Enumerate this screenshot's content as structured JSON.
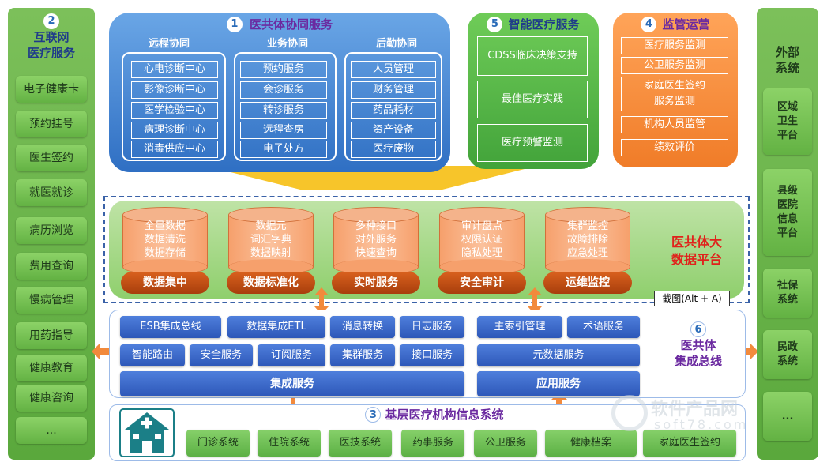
{
  "internet": {
    "number": "2",
    "title_line1": "互联网",
    "title_line2": "医疗服务",
    "items": [
      "电子健康卡",
      "预约挂号",
      "医生签约",
      "就医就诊",
      "病历浏览",
      "费用查询",
      "慢病管理",
      "用药指导",
      "健康教育",
      "健康咨询",
      "..."
    ]
  },
  "collab": {
    "number": "1",
    "title": "医共体协同服务",
    "remote": {
      "title": "远程协同",
      "items": [
        "心电诊断中心",
        "影像诊断中心",
        "医学检验中心",
        "病理诊断中心",
        "消毒供应中心"
      ]
    },
    "business": {
      "title": "业务协同",
      "items": [
        "预约服务",
        "会诊服务",
        "转诊服务",
        "远程查房",
        "电子处方"
      ]
    },
    "logistics": {
      "title": "后勤协同",
      "items": [
        "人员管理",
        "财务管理",
        "药品耗材",
        "资产设备",
        "医疗废物"
      ]
    }
  },
  "smart": {
    "number": "5",
    "title": "智能医疗服务",
    "items": [
      "CDSS临床决策支持",
      "最佳医疗实践",
      "医疗预警监测"
    ]
  },
  "supervision": {
    "number": "4",
    "title": "监管运营",
    "items": [
      "医疗服务监测",
      "公卫服务监测",
      "家庭医生签约服务监测",
      "机构人员监管",
      "绩效评价"
    ]
  },
  "bigdata": {
    "title_line1": "医共体大",
    "title_line2": "数据平台",
    "modules": [
      {
        "lines": [
          "全量数据",
          "数据清洗",
          "数据存储"
        ],
        "label": "数据集中"
      },
      {
        "lines": [
          "数据元",
          "词汇字典",
          "数据映射"
        ],
        "label": "数据标准化"
      },
      {
        "lines": [
          "多种接口",
          "对外服务",
          "快速查询"
        ],
        "label": "实时服务"
      },
      {
        "lines": [
          "审计盘点",
          "权限认证",
          "隐私处理"
        ],
        "label": "安全审计"
      },
      {
        "lines": [
          "集群监控",
          "故障排除",
          "应急处理"
        ],
        "label": "运维监控"
      }
    ]
  },
  "tooltip": "截图(Alt + A)",
  "bus": {
    "number": "6",
    "title_line1": "医共体",
    "title_line2": "集成总线",
    "row1": [
      "ESB集成总线",
      "数据集成ETL",
      "消息转换",
      "日志服务",
      "主索引管理",
      "术语服务"
    ],
    "row2": [
      "智能路由",
      "安全服务",
      "订阅服务",
      "集群服务",
      "接口服务",
      "元数据服务"
    ],
    "integration": "集成服务",
    "application": "应用服务"
  },
  "grassroots": {
    "number": "3",
    "title": "基层医疗机构信息系统",
    "items": [
      "门诊系统",
      "住院系统",
      "医技系统",
      "药事服务",
      "公卫服务",
      "健康档案",
      "家庭医生签约"
    ]
  },
  "external": {
    "title_line1": "外部",
    "title_line2": "系统",
    "items": [
      {
        "lines": [
          "区域",
          "卫生",
          "平台"
        ]
      },
      {
        "lines": [
          "县级",
          "医院",
          "信息",
          "平台"
        ]
      },
      {
        "lines": [
          "社保",
          "系统"
        ]
      },
      {
        "lines": [
          "民政",
          "系统"
        ]
      },
      {
        "lines": [
          "..."
        ]
      }
    ]
  },
  "watermark": {
    "line1": "软件产品网",
    "line2": "soft78.com"
  },
  "colors": {
    "blue": "#2f6fc3",
    "green": "#5aa83c",
    "orange": "#f07c28",
    "darkorange": "#a83e0c",
    "red": "#e0231c",
    "purple": "#6b2aa0"
  }
}
